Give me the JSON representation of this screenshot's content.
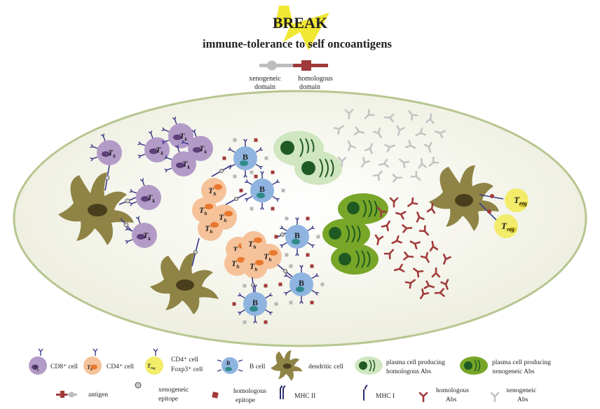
{
  "header": {
    "title": "BREAK",
    "subtitle": "immune-tolerance to self oncoantigens"
  },
  "construct": {
    "xeno_label_1": "xenogeneic",
    "xeno_label_2": "domain",
    "homo_label_1": "homologous",
    "homo_label_2": "domain"
  },
  "cell_labels": {
    "tk": "T",
    "tk_sub": "k",
    "th": "T",
    "th_sub": "h",
    "b": "B",
    "treg": "T",
    "treg_sub": "reg"
  },
  "legend": {
    "row1": [
      {
        "name": "cd8",
        "label": "CD8⁺ cell"
      },
      {
        "name": "cd4",
        "label": "CD4⁺ cell"
      },
      {
        "name": "cd4foxp3",
        "label_1": "CD4⁺ cell",
        "label_2": "Foxp3⁺ cell"
      },
      {
        "name": "bcell",
        "label": "B cell"
      },
      {
        "name": "dendritic",
        "label": "dendritic  cell"
      },
      {
        "name": "plasma-homo",
        "label_1": "plasma cell producing",
        "label_2": "homologous  Abs"
      },
      {
        "name": "plasma-xeno",
        "label_1": "plasma cell producing",
        "label_2": "xenogeneic  Abs"
      }
    ],
    "row2": [
      {
        "name": "antigen",
        "label": "antigen"
      },
      {
        "name": "xeno-epitope",
        "label_1": "xenogeneic",
        "label_2": "epitope"
      },
      {
        "name": "homo-epitope",
        "label_1": "homologous",
        "label_2": "epitope"
      },
      {
        "name": "mhc2",
        "label": "MHC II"
      },
      {
        "name": "mhc1",
        "label": "MHC I"
      },
      {
        "name": "homo-abs",
        "label_1": "homologous",
        "label_2": "Abs"
      },
      {
        "name": "xeno-abs",
        "label_1": "xenogeneic",
        "label_2": "Abs"
      }
    ]
  },
  "colors": {
    "tk": "#b39bc8",
    "tk_nucleus": "#5d3f7a",
    "th": "#f6c29a",
    "th_nucleus": "#e8782e",
    "b": "#8fb4e0",
    "b_nucleus": "#2f8a8a",
    "treg": "#f2ec6a",
    "treg_nucleus": "#d8c92a",
    "dc": "#8f8446",
    "dc_core": "#4a3f1c",
    "plasma_homo": "#cfe6c0",
    "plasma_xeno": "#78a628",
    "plasma_nucleus": "#1f5a22",
    "homo": "#a13a3a",
    "xeno": "#b8b8b8",
    "tcr": "#3b3b8a",
    "bolt": "#f0e62a",
    "oval": "#f7f6ec",
    "oval_border": "#b6c690"
  }
}
